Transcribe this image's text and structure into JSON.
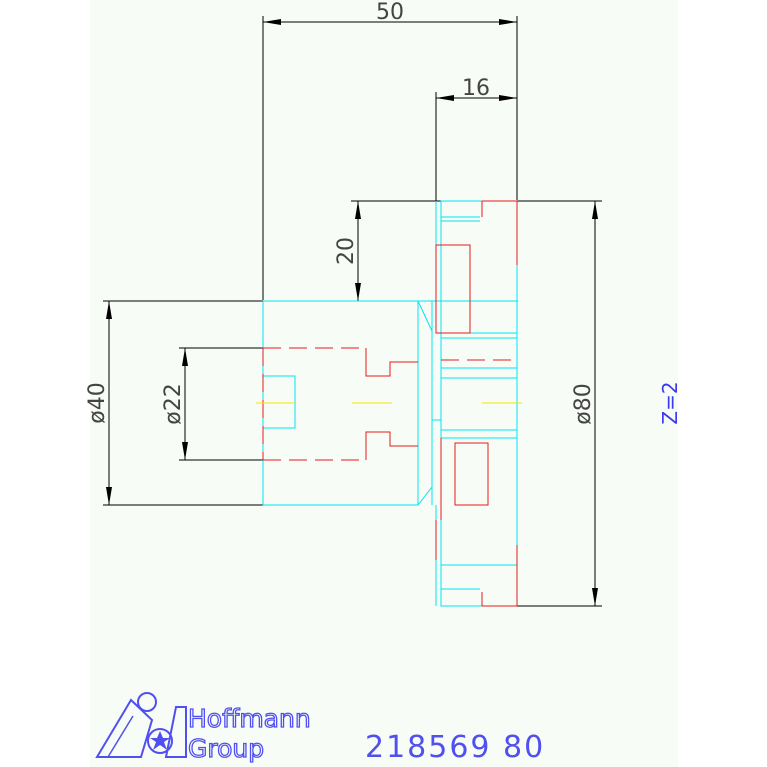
{
  "colors": {
    "paper": "#f8fcf6",
    "dimension": "#000000",
    "outline": "#00e5f0",
    "hidden": "#e21b1b",
    "centerline": "#f2e600",
    "note": "#3a3af0",
    "logo": "#5050f0"
  },
  "dimensions": {
    "overall_length": "50",
    "hub_width": "16",
    "tooth_height": "20",
    "shank_diameter": "ø40",
    "bore_diameter": "ø22",
    "cutter_diameter": "ø80"
  },
  "note": {
    "teeth": "Z=2"
  },
  "title_block": {
    "brand_line_1": "Hoffmann",
    "brand_line_2": "Group",
    "logo_icon": "hoffmann-group-logo-icon",
    "article_number": "218569 80"
  }
}
